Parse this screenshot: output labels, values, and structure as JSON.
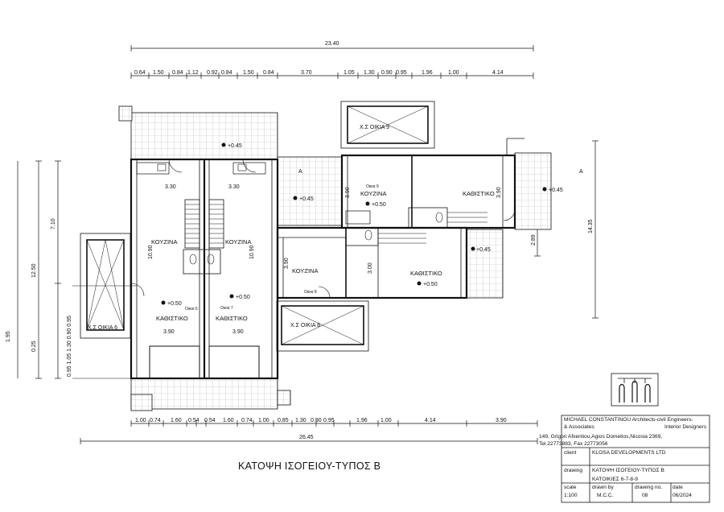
{
  "dimensions": {
    "top_total": "23.40",
    "top_segments": [
      "0.64",
      "1.50",
      "0.84",
      "1.12",
      "0.92",
      "0.84",
      "1.50",
      "0.84",
      "3.70",
      "1.05",
      "1.30",
      "0.90",
      "0.95",
      "1.96",
      "1.00",
      "4.14"
    ],
    "bottom_total": "26.45",
    "bottom_segments": [
      "1.00",
      "0.74",
      "1.60",
      "0.54",
      "0.54",
      "1.60",
      "0.74",
      "1.00",
      "0.85",
      "1.30",
      "0.90",
      "0.95",
      "1.96",
      "1.00",
      "4.14",
      "3.90"
    ],
    "left_outer": "1.95",
    "left_mid_total": "12.50",
    "left_mid_lower": "0.25",
    "left_upper": "7.10",
    "left_segments": "0.95 1.05 1.30 0.90 0.95",
    "right_total": "14.35",
    "right_small": "2.89",
    "unit_a_width_top": "3.30",
    "unit_b_width_top": "3.30",
    "unit_a_width_bottom": "3.90",
    "unit_b_width_bottom": "3.90",
    "unit_a_depth": "10.90",
    "unit_b_depth": "10.90",
    "unit8_depth_left": "3.90",
    "unit8_depth_mid": "3.00",
    "unit9_depth": "3.90",
    "unit9_depth_right": "3.90"
  },
  "rooms": {
    "kitchen": "ΚΟΥΖΙΝΑ",
    "living": "ΚΑΘΙΣΤΙΚΟ",
    "unit6": "Οικια 6",
    "unit7": "Οικια 7",
    "unit8": "Οικια 8",
    "unit9": "Οικια 9"
  },
  "levels": {
    "l045": "+0.45",
    "l050": "+0.50"
  },
  "parking": {
    "p6": "Χ.Σ ΟΙΚΙΑ 6",
    "p8": "Χ.Σ ΟΙΚΙΑ 8",
    "p9": "Χ.Σ ΟΙΚΙΑ 9"
  },
  "section_marker": "A",
  "drawing_title": "ΚΑΤΟΨΗ ΙΣΟΓΕΙΟΥ-ΤΥΠΟΣ Β",
  "title_block": {
    "firm_line1": "MICHAEL CONSTANTINOU Architects-civil Engineers-",
    "firm_line2a": "& Associates",
    "firm_line2b": "Interior Designers",
    "address": "149, Grigori Afxentiou,Agios Dometios,Nicosia 2369,",
    "phone": "Tel.22773883, Fax 22773056",
    "client_label": "client",
    "client": "KLOSA DEVELOPMENTS LTD",
    "drawing_label": "drawing",
    "drawing_line1": "ΚΑΤΟΨΗ ΙΣΟΓΕΙΟΥ-ΤΥΠΟΣ Β",
    "drawing_line2": "ΚΑΤΟΙΚΙΕΣ 6-7-8-9",
    "scale_label": "scale",
    "scale": "1:100",
    "drawn_label": "drawn by",
    "drawn": "M.C.C.",
    "drawing_no_label": "drawing no.",
    "drawing_no": "08",
    "date_label": "date",
    "date": "06/2024"
  },
  "colors": {
    "line": "#111111",
    "hatch": "#9a9a9a",
    "tile": "#bdbdbd"
  }
}
